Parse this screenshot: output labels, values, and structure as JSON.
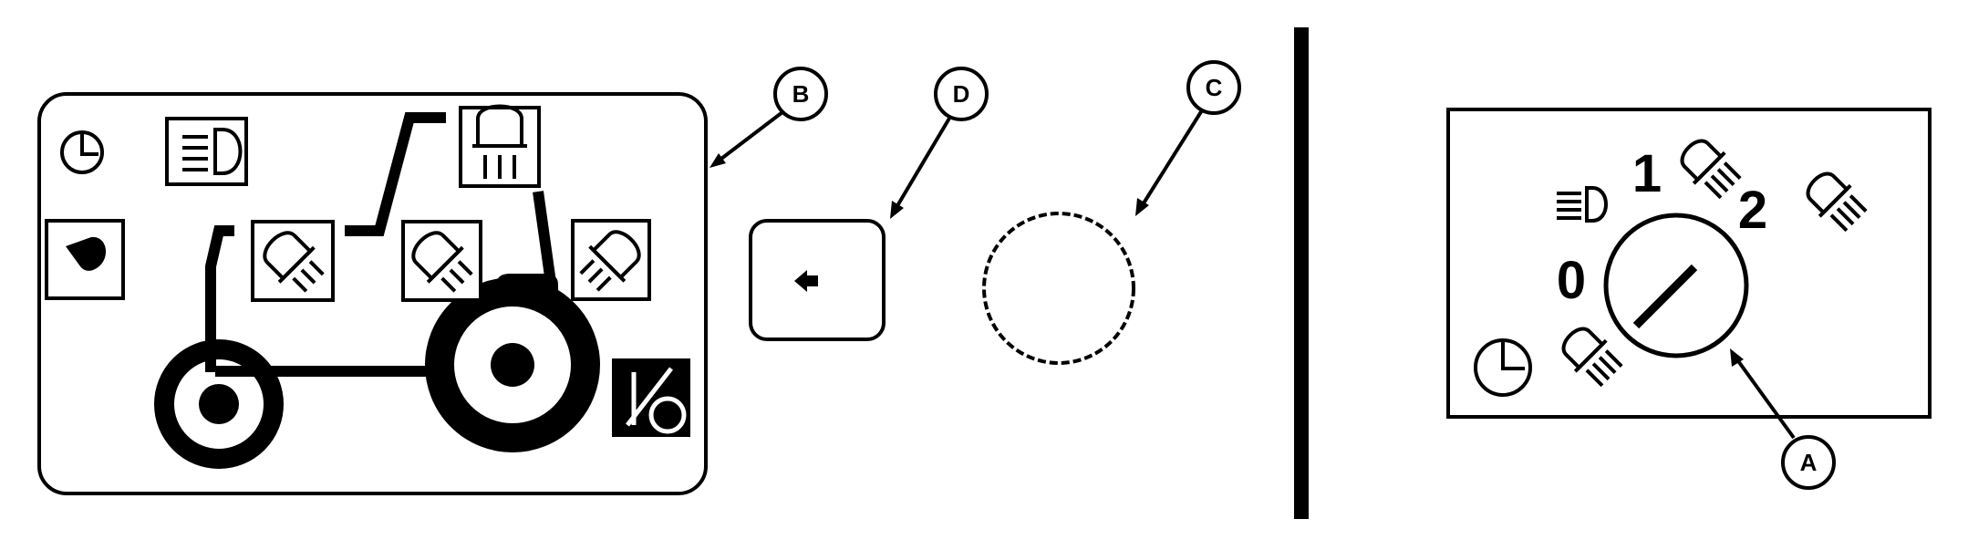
{
  "callouts": {
    "a": "A",
    "b": "B",
    "c": "C",
    "d": "D"
  },
  "switch_positions": {
    "p0": "0",
    "p1": "1",
    "p2": "2"
  },
  "icons": {
    "clock": "clock-icon",
    "dipped_beam": "dipped-beam-icon",
    "work_light": "work-light-icon",
    "warning_light": "warning-light-icon",
    "on_off": "on-off-icon",
    "arrow_button": "arrow-left-icon"
  },
  "colors": {
    "ink": "#000000",
    "paper": "#ffffff"
  }
}
